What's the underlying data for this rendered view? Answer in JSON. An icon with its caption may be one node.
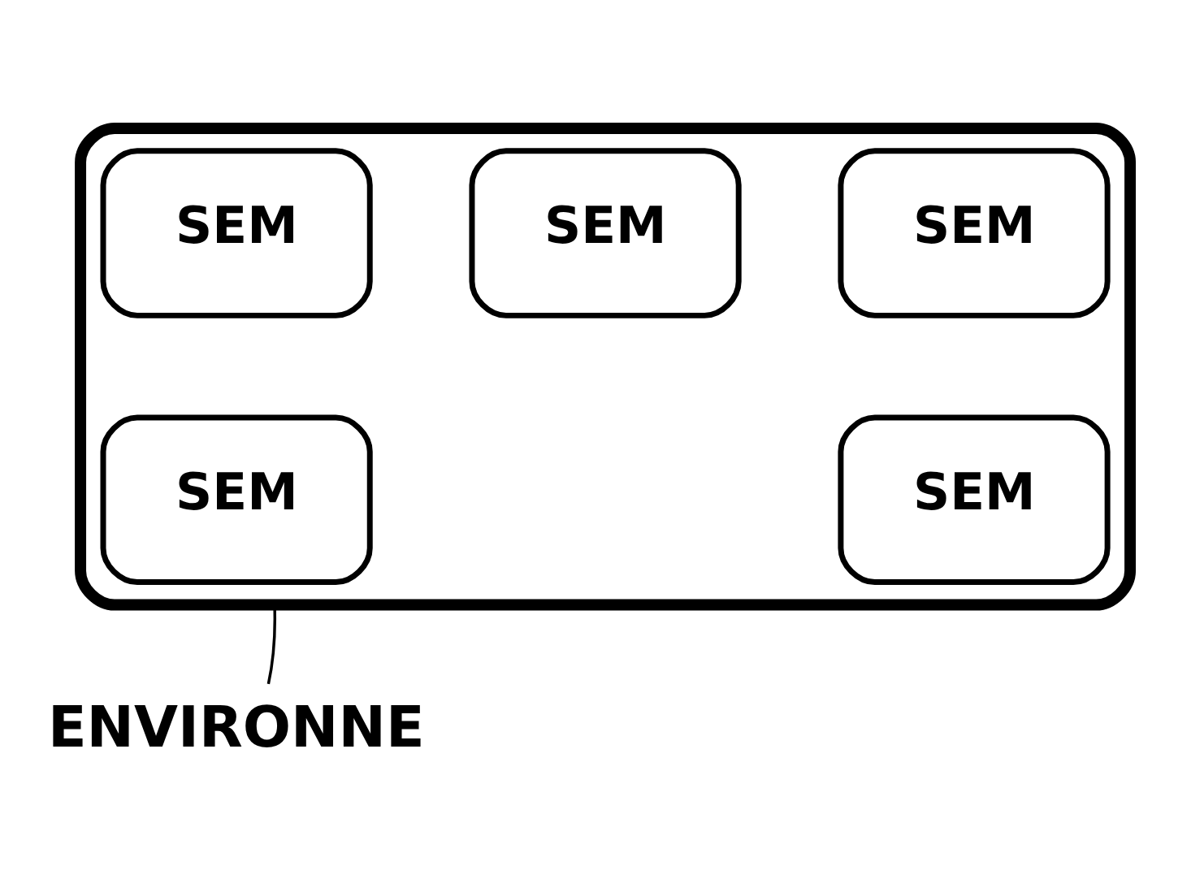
{
  "diagram": {
    "nodes": [
      {
        "text": [],
        "shape": "box"
      },
      {
        "text": [
          "SEM"
        ],
        "in": 0
      },
      {
        "text": [
          "SEM"
        ],
        "in": 0
      },
      {
        "text": [
          "SEM"
        ],
        "in": 0
      },
      {
        "text": [
          "SEM"
        ],
        "in": 0
      },
      {
        "text": [
          "SEM"
        ],
        "in": 0
      },
      {
        "text": [
          "ENVIRONNE"
        ]
      }
    ],
    "edges": [
      {
        "from": 6,
        "to": 0,
        "arrow": "none"
      }
    ]
  }
}
